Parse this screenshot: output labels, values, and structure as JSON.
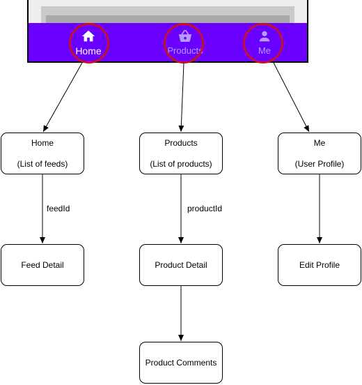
{
  "phone": {
    "nav": [
      {
        "label": "Home",
        "icon": "home-icon",
        "state": "active"
      },
      {
        "label": "Products",
        "icon": "shopping-basket-icon",
        "state": "inactive"
      },
      {
        "label": "Me",
        "icon": "person-icon",
        "state": "inactive"
      }
    ],
    "colors": {
      "nav_background": "#6a00ff",
      "highlight": "#c8102e",
      "active_label": "#ffffff",
      "inactive_label": "#b49cff"
    }
  },
  "nodes": {
    "home": {
      "line1": "Home",
      "line2": "(List of feeds)"
    },
    "products": {
      "line1": "Products",
      "line2": "(List of products)"
    },
    "me": {
      "line1": "Me",
      "line2": "(User Profile)"
    },
    "feed_detail": {
      "label": "Feed Detail"
    },
    "product_detail": {
      "label": "Product Detail"
    },
    "edit_profile": {
      "label": "Edit Profile"
    },
    "product_comments": {
      "label": "Product Comments"
    }
  },
  "edges": {
    "home_to_feed_detail": {
      "label": "feedId"
    },
    "products_to_product_detail": {
      "label": "productId"
    }
  }
}
